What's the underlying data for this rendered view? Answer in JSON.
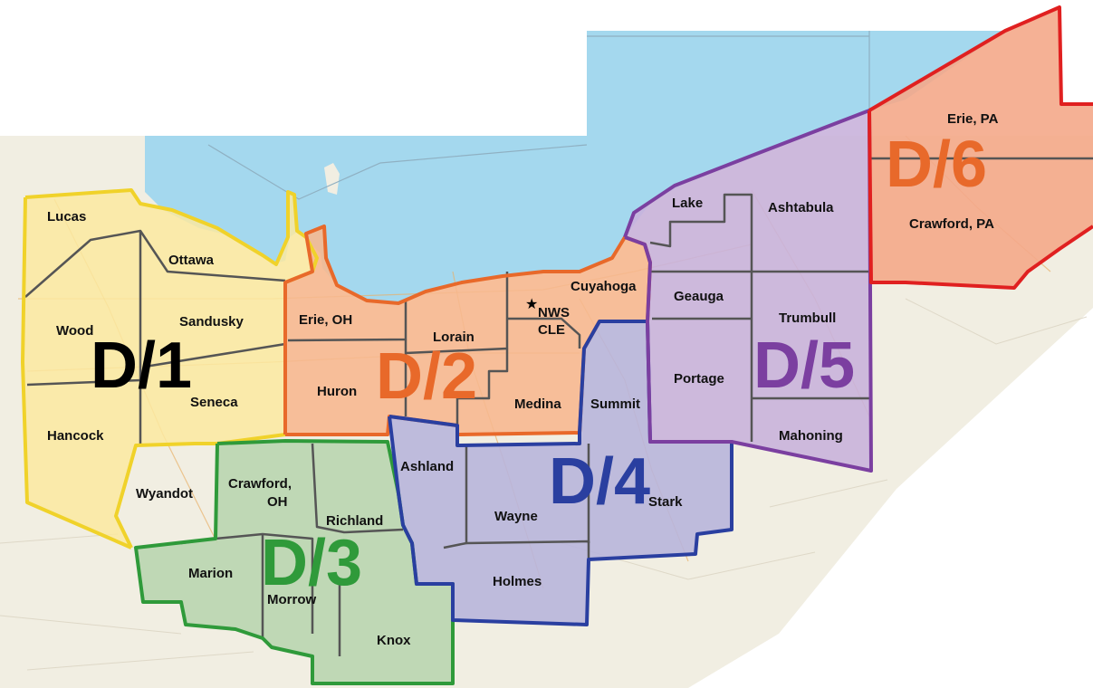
{
  "colors": {
    "lake": "#a4d8ee",
    "land": "#f1eee2",
    "d1": "#e8b60f",
    "d2": "#e8692a",
    "d3": "#2f9a3a",
    "d4": "#2a3fa0",
    "d5": "#7b3fa0",
    "d6": "#e02020",
    "d1_text": "#000000",
    "d2_text": "#e8692a",
    "d3_text": "#2f9a3a",
    "d4_text": "#2a3fa0",
    "d5_text": "#7b3fa0",
    "d6_text": "#e8692a"
  },
  "districts": {
    "d1": {
      "label": "D/1"
    },
    "d2": {
      "label": "D/2"
    },
    "d3": {
      "label": "D/3"
    },
    "d4": {
      "label": "D/4"
    },
    "d5": {
      "label": "D/5"
    },
    "d6": {
      "label": "D/6"
    }
  },
  "counties": {
    "lucas": "Lucas",
    "ottawa": "Ottawa",
    "wood": "Wood",
    "sandusky": "Sandusky",
    "seneca": "Seneca",
    "hancock": "Hancock",
    "wyandot": "Wyandot",
    "erie_oh": "Erie, OH",
    "huron": "Huron",
    "lorain": "Lorain",
    "medina": "Medina",
    "cuyahoga": "Cuyahoga",
    "summit": "Summit",
    "crawford_oh_1": "Crawford,",
    "crawford_oh_2": "OH",
    "richland": "Richland",
    "marion": "Marion",
    "morrow": "Morrow",
    "knox": "Knox",
    "ashland": "Ashland",
    "wayne": "Wayne",
    "holmes": "Holmes",
    "stark": "Stark",
    "lake": "Lake",
    "geauga": "Geauga",
    "ashtabula": "Ashtabula",
    "trumbull": "Trumbull",
    "portage": "Portage",
    "mahoning": "Mahoning",
    "erie_pa": "Erie, PA",
    "crawford_pa": "Crawford, PA"
  },
  "office": {
    "line1": "NWS",
    "line2": "CLE",
    "icon": "star-icon"
  }
}
